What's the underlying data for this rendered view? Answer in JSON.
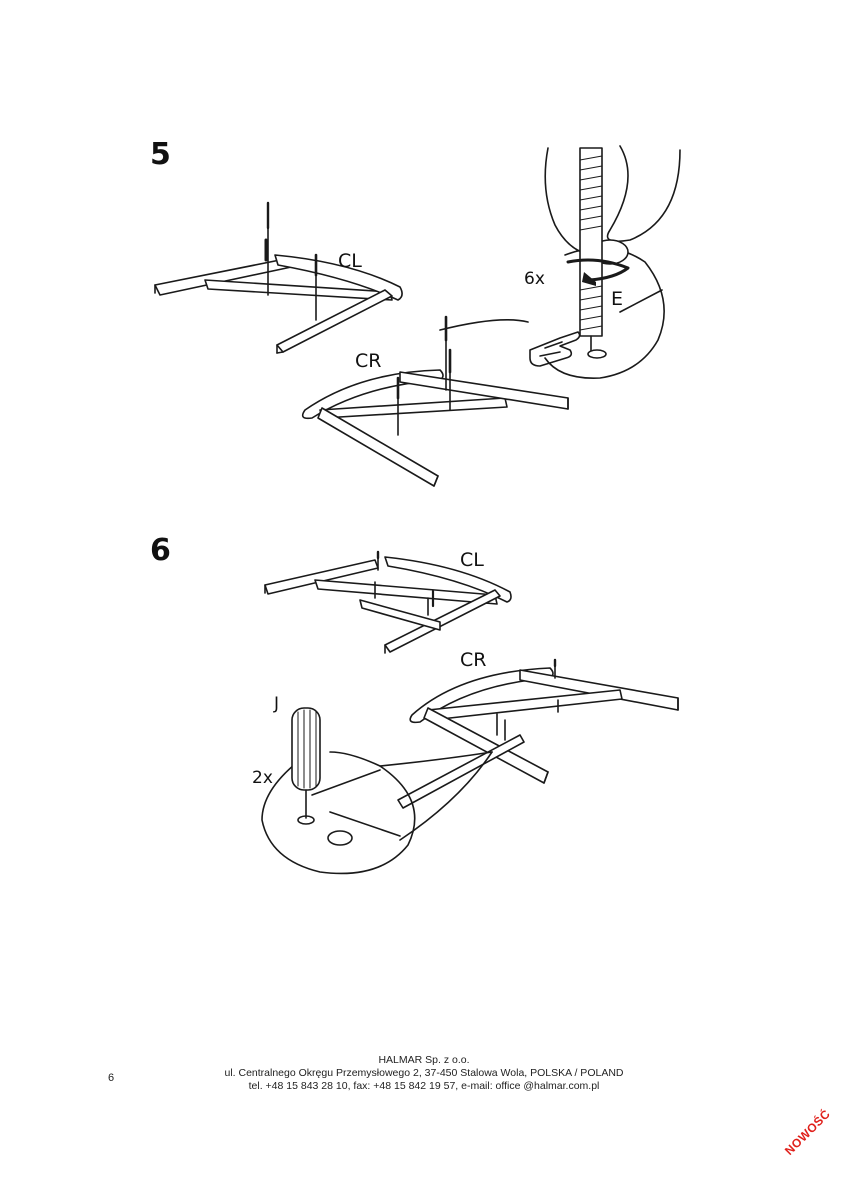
{
  "steps": [
    {
      "number": "5",
      "frame_labels": {
        "left": "CL",
        "right": "CR"
      },
      "detail": {
        "count": "6x",
        "part": "E"
      }
    },
    {
      "number": "6",
      "frame_labels": {
        "left": "CL",
        "right": "CR"
      },
      "detail": {
        "count": "2x",
        "part": "J"
      }
    }
  ],
  "footer": {
    "company": "HALMAR Sp. z o.o.",
    "address": "ul. Centralnego Okręgu Przemysłowego 2, 37-450 Stalowa Wola, POLSKA / POLAND",
    "contact": "tel. +48 15 843 28 10, fax: +48 15 842 19 57, e-mail: office @halmar.com.pl",
    "page_number": "6"
  },
  "watermark": "NOWOŚĆ"
}
